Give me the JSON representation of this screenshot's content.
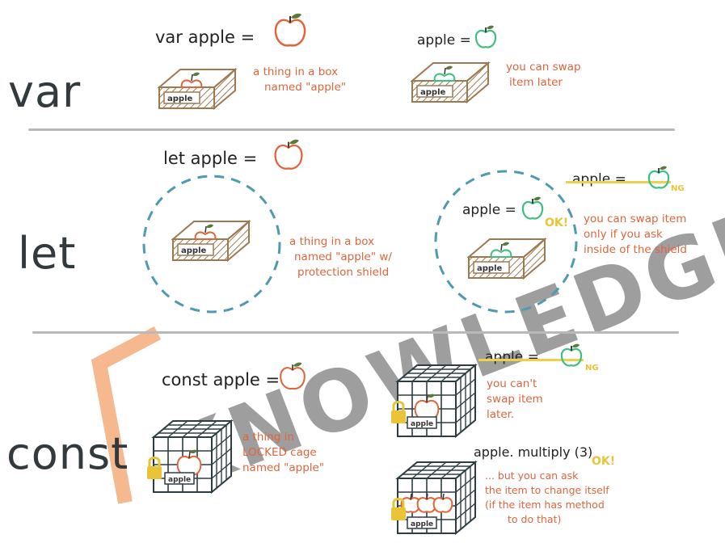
{
  "sections": {
    "var": {
      "keyword": "var",
      "code": "var apple =",
      "box_label": "apple",
      "note": [
        "a thing in a box",
        "named \"apple\""
      ],
      "swap_code": "apple =",
      "swap_box_label": "apple",
      "swap_note": [
        "you can swap",
        "item later"
      ]
    },
    "let": {
      "keyword": "let",
      "code": "let apple =",
      "box_label": "apple",
      "note": [
        "a thing in a box",
        "named \"apple\" w/",
        "protection shield"
      ],
      "inner_code": "apple =",
      "inner_ok": "OK!",
      "inner_box_label": "apple",
      "outer_code": "apple =",
      "outer_ng": "NG",
      "swap_note": [
        "you can swap item",
        "only if you ask",
        "inside of the shield"
      ]
    },
    "const": {
      "keyword": "const",
      "code": "const apple =",
      "cage_label": "apple",
      "note": [
        "a thing in",
        "LOCKED cage",
        "named \"apple\""
      ],
      "swap_code": "apple =",
      "swap_ng": "NG",
      "swap_cage_label": "apple",
      "swap_note": [
        "you can't",
        "swap item",
        "later."
      ],
      "method_code": "apple. multiply (3)",
      "method_ok": "OK!",
      "method_cage_label": "apple",
      "method_note": [
        "... but you can ask",
        "the item to change itself",
        "(if the item has method",
        "to do that)"
      ]
    }
  },
  "watermark": "KNOWLEDGE",
  "colors": {
    "keyword": "#333a3d",
    "note": "#e0653c",
    "apple_red": "#e0653c",
    "apple_green": "#3fbf7f",
    "box": "#a07850",
    "shield": "#4f9ab0",
    "cage": "#2c3e44",
    "lock": "#e9c436",
    "strike": "#ecd14a",
    "divider": "#b9b9b9"
  }
}
